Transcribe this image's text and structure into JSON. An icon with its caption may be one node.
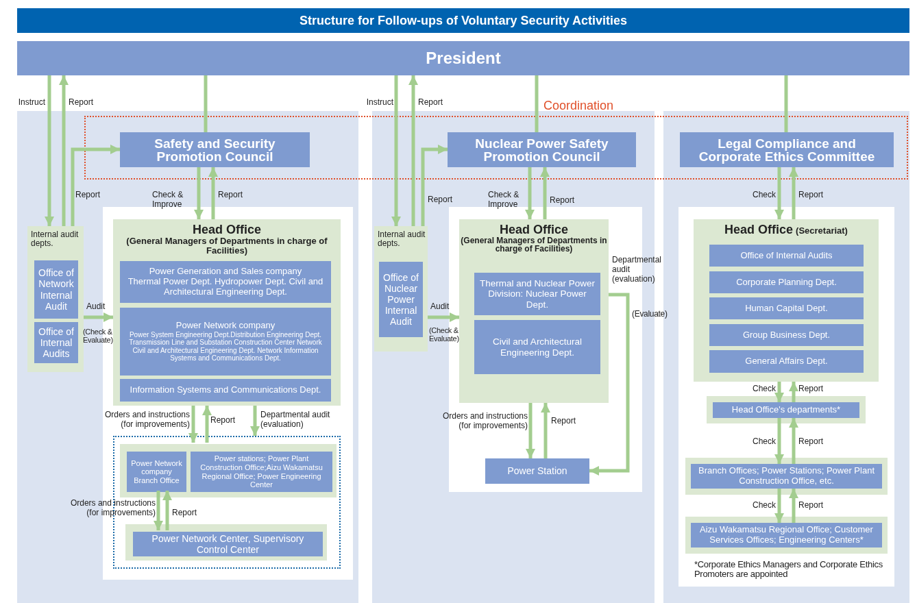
{
  "diagram": {
    "title": "Structure for Follow-ups of Voluntary Security Activities",
    "nodes": [
      {
        "text": [
          "President"
        ]
      },
      {
        "text": [
          "Coordination"
        ]
      },
      {
        "text": [
          "Safety and Security Promotion Council"
        ],
        "in": 1
      },
      {
        "text": [
          "Nuclear Power Safety Promotion Council"
        ],
        "in": 1
      },
      {
        "text": [
          "Legal Compliance and Corporate Ethics Committee"
        ],
        "in": 1
      },
      {
        "text": [
          "Internal audit depts."
        ]
      },
      {
        "text": [
          "Office of Network Internal Audit"
        ],
        "in": 5
      },
      {
        "text": [
          "Office of Internal Audits"
        ],
        "in": 5
      },
      {
        "text": [
          "Head Office",
          "(General Managers of Departments in charge of Facilities)"
        ]
      },
      {
        "text": [
          "Power Generation and Sales company",
          "Thermal Power Dept. Hydropower Dept. Civil and Architectural Engineering Dept."
        ],
        "in": 8
      },
      {
        "text": [
          "Power Network company",
          "Power System Engineering Dept.Distribution Engineering Dept. Transmission Line and Substation Construction Center Network Civil and Architectural Engineering Dept. Network Information Systems and Communications Dept."
        ],
        "in": 8
      },
      {
        "text": [
          "Information Systems and Communications Dept."
        ],
        "in": 8
      },
      {
        "text": [],
        "shape": "box"
      },
      {
        "text": [],
        "shape": "box",
        "in": 12
      },
      {
        "text": [
          "Power Network company Branch Office"
        ],
        "in": 13
      },
      {
        "text": [
          "Power stations; Power Plant Construction Office;Aizu Wakamatsu Regional Office; Power Engineering Center"
        ],
        "in": 13
      },
      {
        "text": [
          "Power Network Center, Supervisory Control Center"
        ],
        "in": 12
      },
      {
        "text": [
          "Internal audit depts."
        ]
      },
      {
        "text": [
          "Office of Nuclear Power Internal Audit"
        ],
        "in": 17
      },
      {
        "text": [
          "Head Office",
          "(General Managers of Departments in charge of Facilities)"
        ]
      },
      {
        "text": [
          "Thermal and Nuclear Power Division: Nuclear Power Dept."
        ],
        "in": 19
      },
      {
        "text": [
          "Civil and Architectural Engineering Dept."
        ],
        "in": 19
      },
      {
        "text": [
          "Power Station"
        ]
      },
      {
        "text": [
          "Head Office",
          "(Secretariat)"
        ]
      },
      {
        "text": [
          "Office of Internal Audits"
        ],
        "in": 23
      },
      {
        "text": [
          "Corporate Planning Dept."
        ],
        "in": 23
      },
      {
        "text": [
          "Human Capital Dept."
        ],
        "in": 23
      },
      {
        "text": [
          "Group Business Dept."
        ],
        "in": 23
      },
      {
        "text": [
          "General Affairs Dept."
        ],
        "in": 23
      },
      {
        "text": [
          "Head Office's departments*"
        ]
      },
      {
        "text": [
          "Branch Offices; Power Stations; Power Plant Construction Office, etc."
        ]
      },
      {
        "text": [
          "Aizu Wakamatsu Regional Office; Customer Services Offices; Engineering Centers*"
        ]
      }
    ],
    "edges": [
      {
        "from": 0,
        "to": 5,
        "arrow": "to",
        "label": "Instruct"
      },
      {
        "from": 5,
        "to": 0,
        "arrow": "to",
        "label": "Report"
      },
      {
        "from": 5,
        "to": 2,
        "arrow": "to",
        "label": "Report"
      },
      {
        "from": 0,
        "to": 2,
        "arrow": "none"
      },
      {
        "from": 2,
        "to": 8,
        "arrow": "to",
        "label": "Check & Improve"
      },
      {
        "from": 8,
        "to": 2,
        "arrow": "to",
        "label": "Report"
      },
      {
        "from": 5,
        "to": 8,
        "arrow": "to",
        "label": "Audit"
      },
      {
        "from": 8,
        "to": 13,
        "arrow": "to",
        "label": "Orders and instructions (for improvements)"
      },
      {
        "from": 13,
        "to": 8,
        "arrow": "to",
        "label": "Report"
      },
      {
        "from": 8,
        "to": 12,
        "arrow": "to",
        "label": "Departmental audit (evaluation)"
      },
      {
        "from": 14,
        "to": 16,
        "arrow": "to",
        "label": "Orders and instructions (for improvements)"
      },
      {
        "from": 16,
        "to": 14,
        "arrow": "to",
        "label": "Report"
      },
      {
        "from": 0,
        "to": 17,
        "arrow": "to",
        "label": "Instruct"
      },
      {
        "from": 17,
        "to": 0,
        "arrow": "to",
        "label": "Report"
      },
      {
        "from": 17,
        "to": 3,
        "arrow": "to",
        "label": "Report"
      },
      {
        "from": 0,
        "to": 3,
        "arrow": "none"
      },
      {
        "from": 3,
        "to": 19,
        "arrow": "to",
        "label": "Check & Improve"
      },
      {
        "from": 19,
        "to": 3,
        "arrow": "to",
        "label": "Report"
      },
      {
        "from": 17,
        "to": 19,
        "arrow": "to",
        "label": "Audit"
      },
      {
        "from": 19,
        "to": 22,
        "arrow": "to",
        "label": "Orders and instructions (for improvements)"
      },
      {
        "from": 22,
        "to": 19,
        "arrow": "to",
        "label": "Report"
      },
      {
        "from": 19,
        "to": 22,
        "arrow": "to",
        "label": "Departmental audit (evaluation)"
      },
      {
        "from": 0,
        "to": 4,
        "arrow": "none"
      },
      {
        "from": 4,
        "to": 23,
        "arrow": "to",
        "label": "Check"
      },
      {
        "from": 23,
        "to": 4,
        "arrow": "to",
        "label": "Report"
      },
      {
        "from": 23,
        "to": 29,
        "arrow": "to",
        "label": "Check"
      },
      {
        "from": 29,
        "to": 23,
        "arrow": "to",
        "label": "Report"
      },
      {
        "from": 29,
        "to": 30,
        "arrow": "to",
        "label": "Check"
      },
      {
        "from": 30,
        "to": 29,
        "arrow": "to",
        "label": "Report"
      },
      {
        "from": 30,
        "to": 31,
        "arrow": "to",
        "label": "Check"
      },
      {
        "from": 31,
        "to": 30,
        "arrow": "to",
        "label": "Report"
      }
    ],
    "labels": [
      "(Check & Evaluate)",
      "(Check & Evaluate)",
      "(Evaluate)",
      "*Corporate Ethics Managers and Corporate Ethics Promoters are appointed"
    ]
  }
}
